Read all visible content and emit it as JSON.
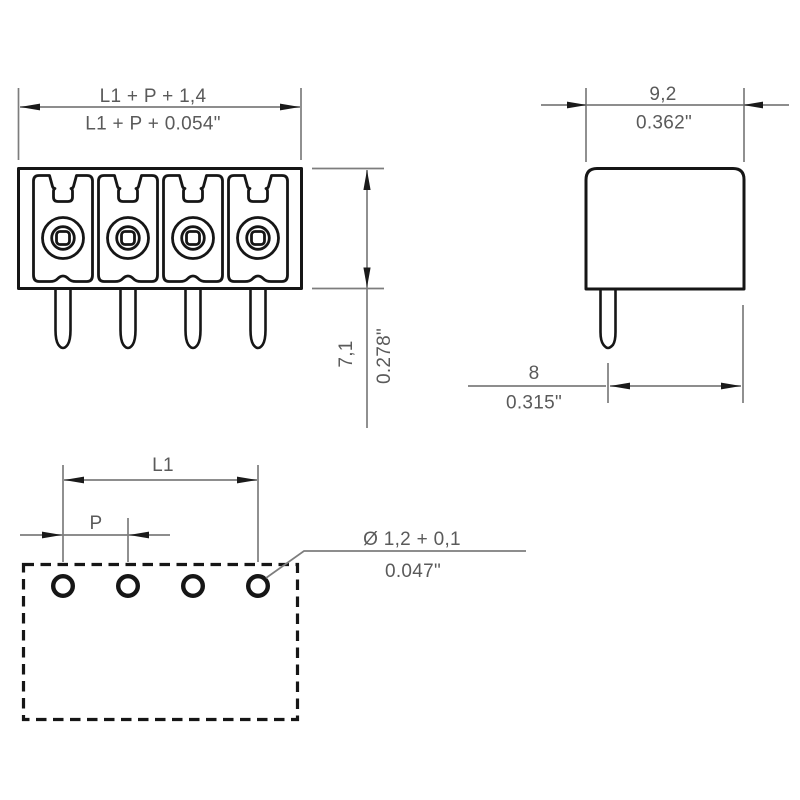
{
  "diagram": {
    "kind": "connector-dimension-drawing",
    "pole_count_shown": 4,
    "views": {
      "front": {
        "total_width": {
          "metric": "L1 + P + 1,4",
          "inch": "L1 + P + 0.054\""
        },
        "pin_length": {
          "metric": "7,1",
          "inch": "0.278\""
        }
      },
      "side": {
        "housing_depth": {
          "metric": "9,2",
          "inch": "0.362\""
        },
        "pin_setback": {
          "metric": "8",
          "inch": "0.315\""
        }
      },
      "footprint": {
        "row_span_label": "L1",
        "pitch_label": "P",
        "hole_diameter": {
          "metric": "Ø 1,2 + 0,1",
          "inch": "0.047\""
        }
      }
    },
    "colors": {
      "outline": "#161616",
      "dimension_line": "#7d7d7d",
      "text": "#5a5a5a",
      "background": "#ffffff"
    }
  }
}
